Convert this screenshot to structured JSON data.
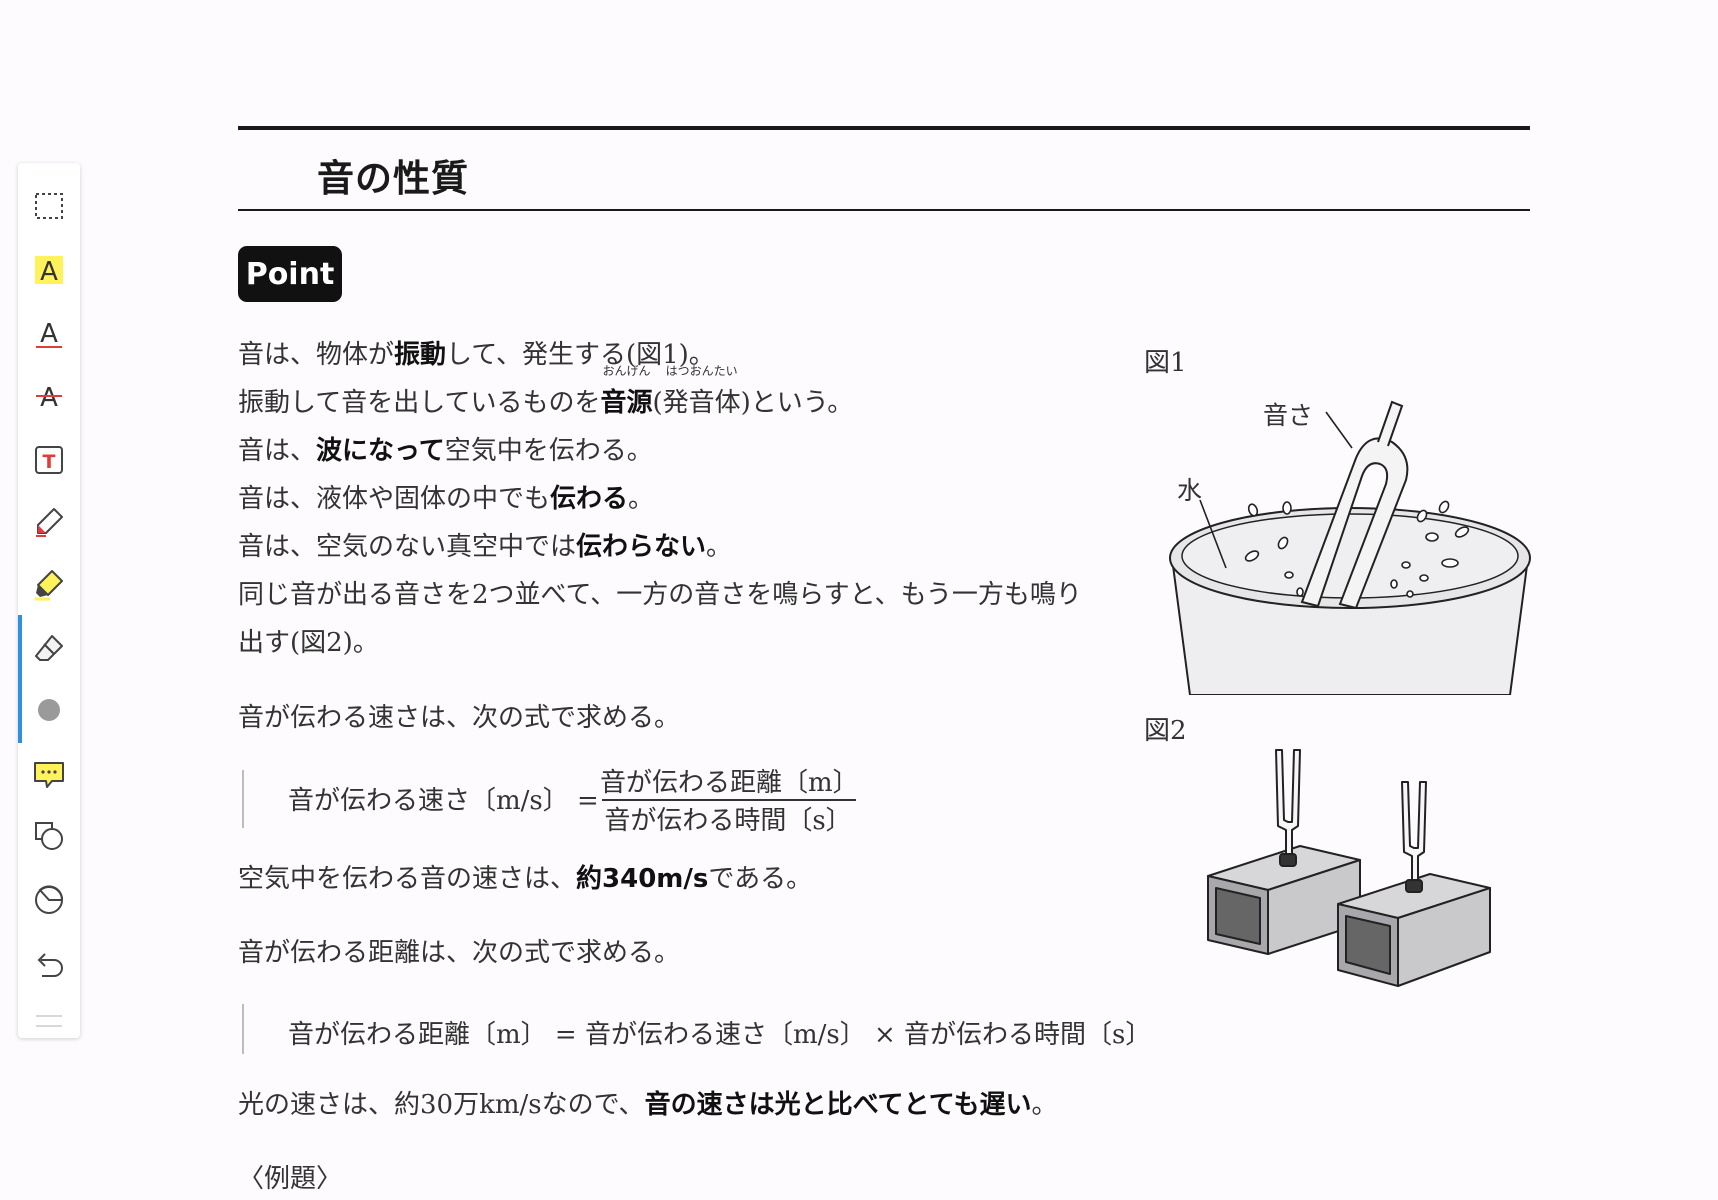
{
  "toolbar": {
    "tools": [
      {
        "name": "select-tool",
        "icon": "dashed-rectangle-icon"
      },
      {
        "name": "text-highlight-tool",
        "icon": "highlight-a-icon"
      },
      {
        "name": "text-underline-tool",
        "icon": "underline-a-icon"
      },
      {
        "name": "text-strikethrough-tool",
        "icon": "strikethrough-a-icon"
      },
      {
        "name": "textbox-tool",
        "icon": "textbox-icon"
      },
      {
        "name": "pen-tool",
        "icon": "pen-icon"
      },
      {
        "name": "highlighter-tool",
        "icon": "highlighter-icon"
      },
      {
        "name": "eraser-tool",
        "icon": "eraser-icon"
      },
      {
        "name": "color-picker",
        "icon": "color-dot-icon"
      },
      {
        "name": "comment-tool",
        "icon": "comment-icon"
      },
      {
        "name": "shape-tool",
        "icon": "shapes-icon"
      },
      {
        "name": "sticker-tool",
        "icon": "pie-icon"
      },
      {
        "name": "undo-button",
        "icon": "undo-icon"
      }
    ],
    "highlight_color": "#fff25a",
    "active_color": "#2f8fe0",
    "text_letter": "A",
    "textbox_letter": "T"
  },
  "doc": {
    "title": "音の性質",
    "point_label": "Point",
    "lines": [
      {
        "pre": "音は、物体が",
        "bold": "振動",
        "post": "して、発生する(図1)。"
      },
      {
        "pre": "振動して音を出しているものを",
        "bold": "音源",
        "ruby1": "おんげん",
        "mid": "(",
        "ruby_base": "発音体",
        "ruby2": "はつおんたい",
        "post": ")という。"
      },
      {
        "pre": "音は、",
        "bold": "波になって",
        "post": "空気中を伝わる。"
      },
      {
        "pre": "音は、液体や固体の中でも",
        "bold": "伝わる",
        "post": "。"
      },
      {
        "pre": "音は、空気のない真空中では",
        "bold": "伝わらない",
        "post": "。"
      },
      {
        "pre": "同じ音が出る音さを2つ並べて、一方の音さを鳴らすと、もう一方も鳴り",
        "bold": "",
        "post": ""
      },
      {
        "pre": "出す(図2)。",
        "bold": "",
        "post": ""
      }
    ],
    "speed_intro": "音が伝わる速さは、次の式で求める。",
    "speed_formula_left": "音が伝わる速さ〔m/s〕 =",
    "speed_formula_num": "音が伝わる距離〔m〕",
    "speed_formula_den": "音が伝わる時間〔s〕",
    "air_speed": {
      "pre": "空気中を伝わる音の速さは、",
      "bold": "約340m/s",
      "post": "である。"
    },
    "distance_intro": "音が伝わる距離は、次の式で求める。",
    "distance_formula": "音が伝わる距離〔m〕 = 音が伝わる速さ〔m/s〕 × 音が伝わる時間〔s〕",
    "light": {
      "pre": "光の速さは、約30万km/sなので、",
      "bold": "音の速さは光と比べてとても遅い",
      "post": "。"
    },
    "example": "〈例題〉"
  },
  "figures": {
    "fig1_label": "図1",
    "fig1_tuning_fork": "音さ",
    "fig1_water": "水",
    "fig2_label": "図2"
  }
}
